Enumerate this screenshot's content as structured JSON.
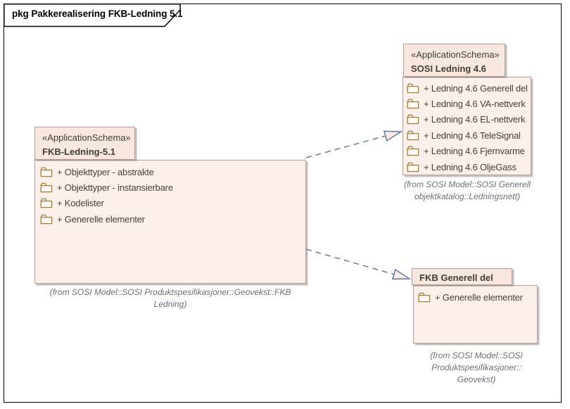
{
  "frame": {
    "title": "pkg Pakkerealisering FKB-Ledning 5.1"
  },
  "packages": [
    {
      "stereotype": "«ApplicationSchema»",
      "name": "FKB-Ledning-5.1",
      "items": [
        "+ Objekttyper - abstrakte",
        "+ Objekttyper - instansierbare",
        "+ Kodelister",
        "+ Generelle elementer"
      ],
      "caption": "(from SOSI Model::SOSI Produktspesifikasjoner::Geovekst::FKB Ledning)"
    },
    {
      "stereotype": "«ApplicationSchema»",
      "name": "SOSI Ledning 4.6",
      "items": [
        "+ Ledning 4.6 Generell del",
        "+ Ledning 4.6 VA-nettverk",
        "+ Ledning 4.6 EL-nettverk",
        "+ Ledning 4.6 TeleSignal",
        "+ Ledning 4.6 Fjernvarme",
        "+ Ledning 4.6 OljeGass"
      ],
      "caption": "(from SOSI Model::SOSI Generell objektkatalog::Ledningsnett)"
    },
    {
      "stereotype": "",
      "name": "FKB Generell del",
      "items": [
        "+ Generelle elementer"
      ],
      "caption": "(from SOSI Model::SOSI Produktspesifikasjoner:: Geovekst)"
    }
  ],
  "relations": [
    {
      "type": "realization",
      "from": "FKB-Ledning-5.1",
      "to": "SOSI Ledning 4.6"
    },
    {
      "type": "realization",
      "from": "FKB-Ledning-5.1",
      "to": "FKB Generell del"
    }
  ],
  "colors": {
    "pkg-fill": "#fbf1ea",
    "pkg-tab-fill": "#f8e7de",
    "pkg-border": "#b79c9a",
    "folder-stroke": "#a8803e",
    "folder-fill": "#fdf9f3",
    "item-text": "#4a4038",
    "header-text": "#443c36",
    "caption-text": "#6b6f77",
    "arrow": "#68789c",
    "arrow-head-fill": "#f7ece6",
    "frame-border": "#000000"
  }
}
